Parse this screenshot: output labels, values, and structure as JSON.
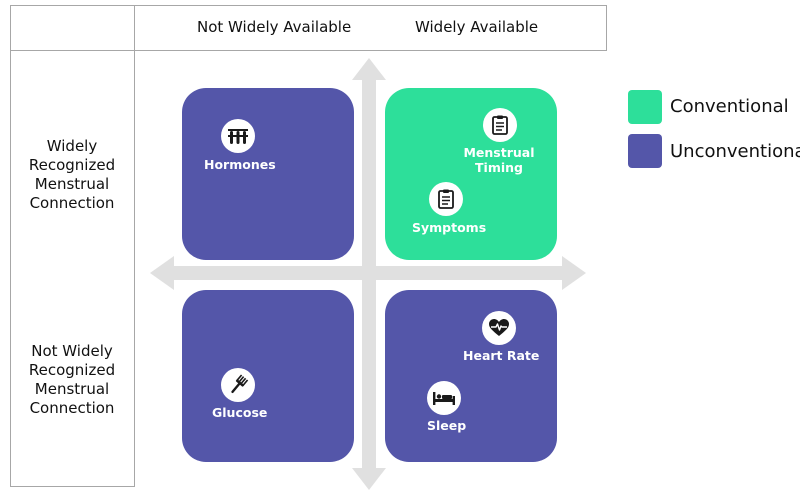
{
  "columns": {
    "not_widely_available": "Not Widely Available",
    "widely_available": "Widely Available"
  },
  "rows": {
    "widely_recognized": "Widely Recognized Menstrual Connection",
    "not_widely_recognized": "Not Widely Recognized Menstrual Connection"
  },
  "quadrants": {
    "top_left": {
      "category": "unconventional",
      "items": {
        "hormones": "Hormones"
      }
    },
    "top_right": {
      "category": "conventional",
      "items": {
        "menstrual_timing": "Menstrual Timing",
        "symptoms": "Symptoms"
      }
    },
    "bottom_left": {
      "category": "unconventional",
      "items": {
        "glucose": "Glucose"
      }
    },
    "bottom_right": {
      "category": "unconventional",
      "items": {
        "heart_rate": "Heart Rate",
        "sleep": "Sleep"
      }
    }
  },
  "icons": {
    "hormones": "test-tubes-icon",
    "menstrual_timing": "clipboard-icon",
    "symptoms": "clipboard-icon",
    "glucose": "fork-icon",
    "heart_rate": "heart-pulse-icon",
    "sleep": "bed-icon"
  },
  "legend": {
    "conventional": {
      "label": "Conventional",
      "color": "#2ddf9a"
    },
    "unconventional": {
      "label": "Unconventional",
      "color": "#5456a9"
    }
  },
  "colors": {
    "arrow": "#e0e0e0",
    "frame_line": "#a7a7a7"
  }
}
